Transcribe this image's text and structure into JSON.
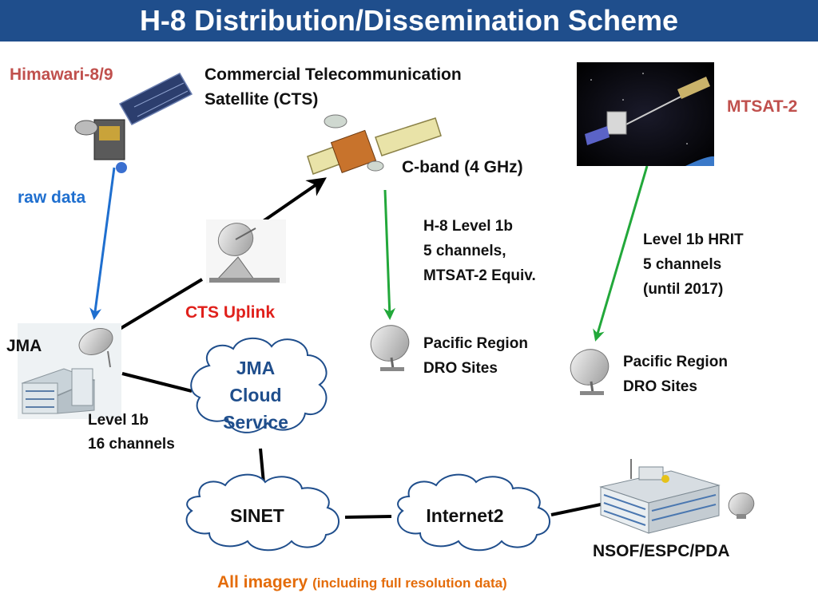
{
  "title": "H-8 Distribution/Dissemination Scheme",
  "nodes": {
    "himawari": "Himawari-8/9",
    "cts_line1": "Commercial Telecommunication",
    "cts_line2": "Satellite (CTS)",
    "mtsat": "MTSAT-2",
    "cband": "C-band (4 GHz)",
    "raw_data": "raw data",
    "cts_uplink": "CTS Uplink",
    "jma": "JMA",
    "jma_cloud": [
      "JMA",
      "Cloud",
      "Service"
    ],
    "sinet": "SINET",
    "internet2": "Internet2",
    "nsof": "NSOF/ESPC/PDA"
  },
  "annotations": {
    "h8_level": [
      "H-8 Level 1b",
      "5 channels,",
      "MTSAT-2 Equiv."
    ],
    "hrit_level": [
      "Level 1b HRIT",
      "5 channels",
      "(until 2017)"
    ],
    "dro_sites_1": [
      "Pacific Region",
      "DRO Sites"
    ],
    "dro_sites_2": [
      "Pacific Region",
      "DRO Sites"
    ],
    "jma_level": [
      "Level 1b",
      "16 channels"
    ]
  },
  "footer": {
    "main": "All imagery",
    "note": "(including full resolution data)"
  },
  "colors": {
    "title_bg": "#1f4e8c",
    "arrow_blue": "#1f6fcf",
    "arrow_green": "#22a83a",
    "link_black": "#000000",
    "label_red": "#c0504d",
    "footer_orange": "#e46c0a"
  }
}
